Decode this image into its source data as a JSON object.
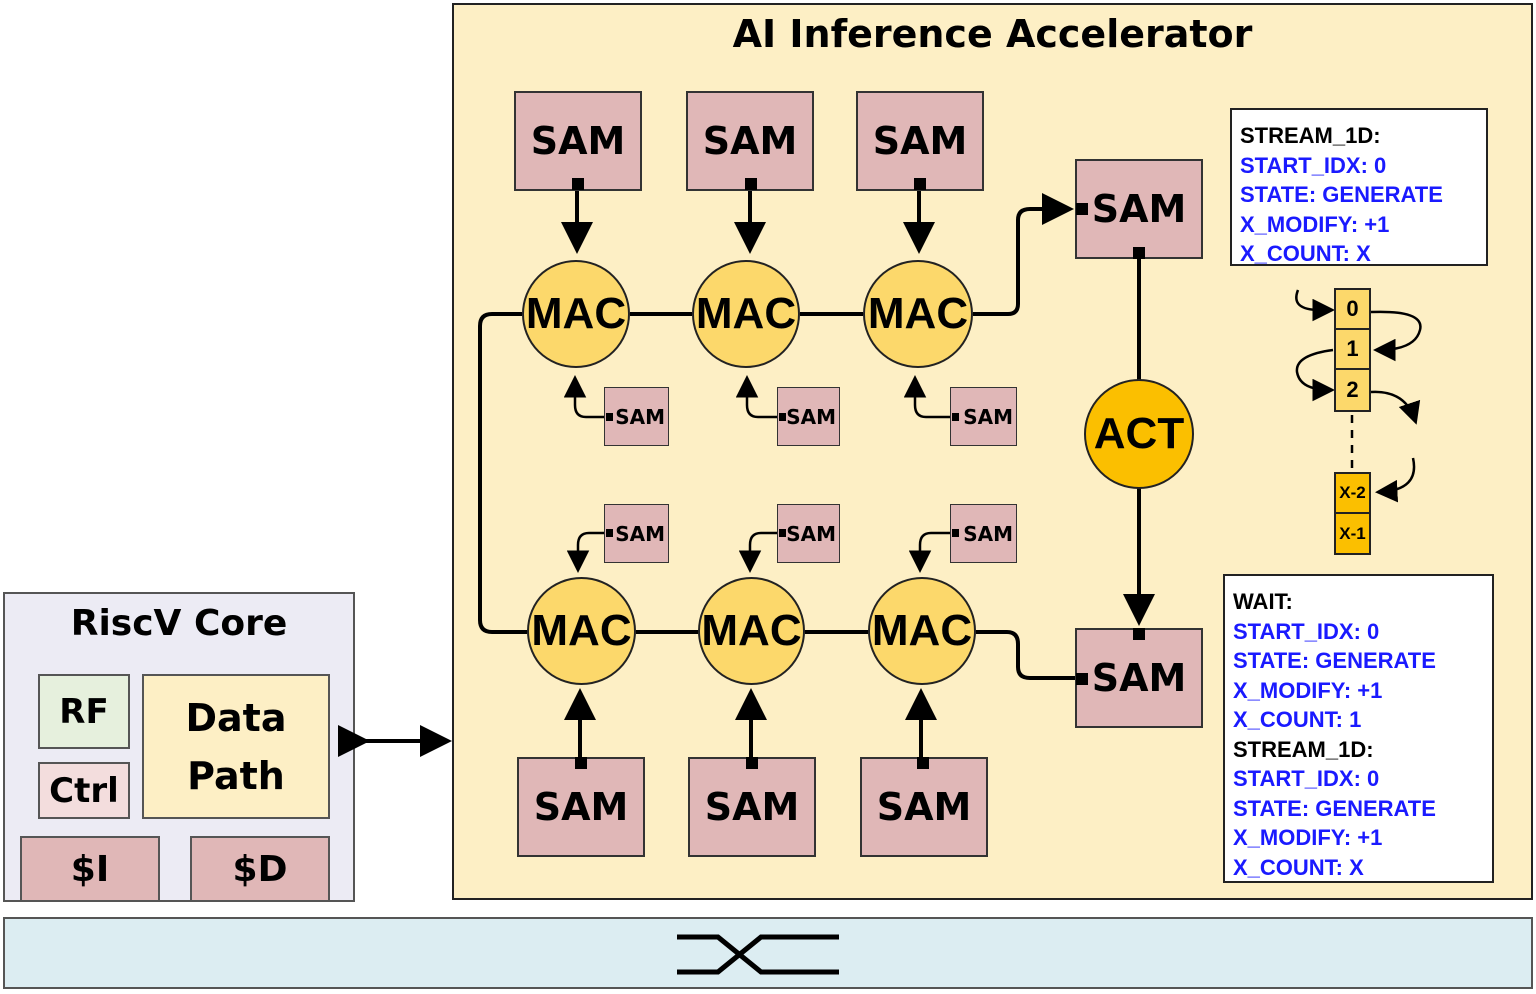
{
  "accelerator": {
    "title": "AI Inference Accelerator"
  },
  "core": {
    "title": "RiscV Core",
    "rf": "RF",
    "ctrl": "Ctrl",
    "data_path": [
      "Data",
      "Path"
    ],
    "icache": "$I",
    "dcache": "$D"
  },
  "labels": {
    "sam": "SAM",
    "mac": "MAC",
    "act": "ACT"
  },
  "stream_config_top": {
    "lines": [
      {
        "text": "STREAM_1D:",
        "color": "black"
      },
      {
        "text": "START_IDX: 0",
        "color": "blue"
      },
      {
        "text": "STATE: GENERATE",
        "color": "blue"
      },
      {
        "text": "X_MODIFY: +1",
        "color": "blue"
      },
      {
        "text": "X_COUNT: X",
        "color": "blue"
      }
    ]
  },
  "stream_config_bottom": {
    "lines": [
      {
        "text": "WAIT:",
        "color": "black"
      },
      {
        "text": "START_IDX: 0",
        "color": "blue"
      },
      {
        "text": "STATE: GENERATE",
        "color": "blue"
      },
      {
        "text": "X_MODIFY: +1",
        "color": "blue"
      },
      {
        "text": "X_COUNT: 1",
        "color": "blue"
      },
      {
        "text": "STREAM_1D:",
        "color": "black"
      },
      {
        "text": "START_IDX: 0",
        "color": "blue"
      },
      {
        "text": "STATE: GENERATE",
        "color": "blue"
      },
      {
        "text": "X_MODIFY: +1",
        "color": "blue"
      },
      {
        "text": "X_COUNT: X",
        "color": "blue"
      }
    ]
  },
  "index_sequence": {
    "top": [
      "0",
      "1",
      "2"
    ],
    "bottom": [
      "X-2",
      "X-1"
    ]
  },
  "colors": {
    "accelerator_bg": "#fdefc5",
    "core_bg": "#ecebf4",
    "sam": "#e0b7b7",
    "mac": "#fcd86b",
    "act": "#fbbf00",
    "config_key": "#1a1aff",
    "bus_bg": "#dcedf2"
  }
}
